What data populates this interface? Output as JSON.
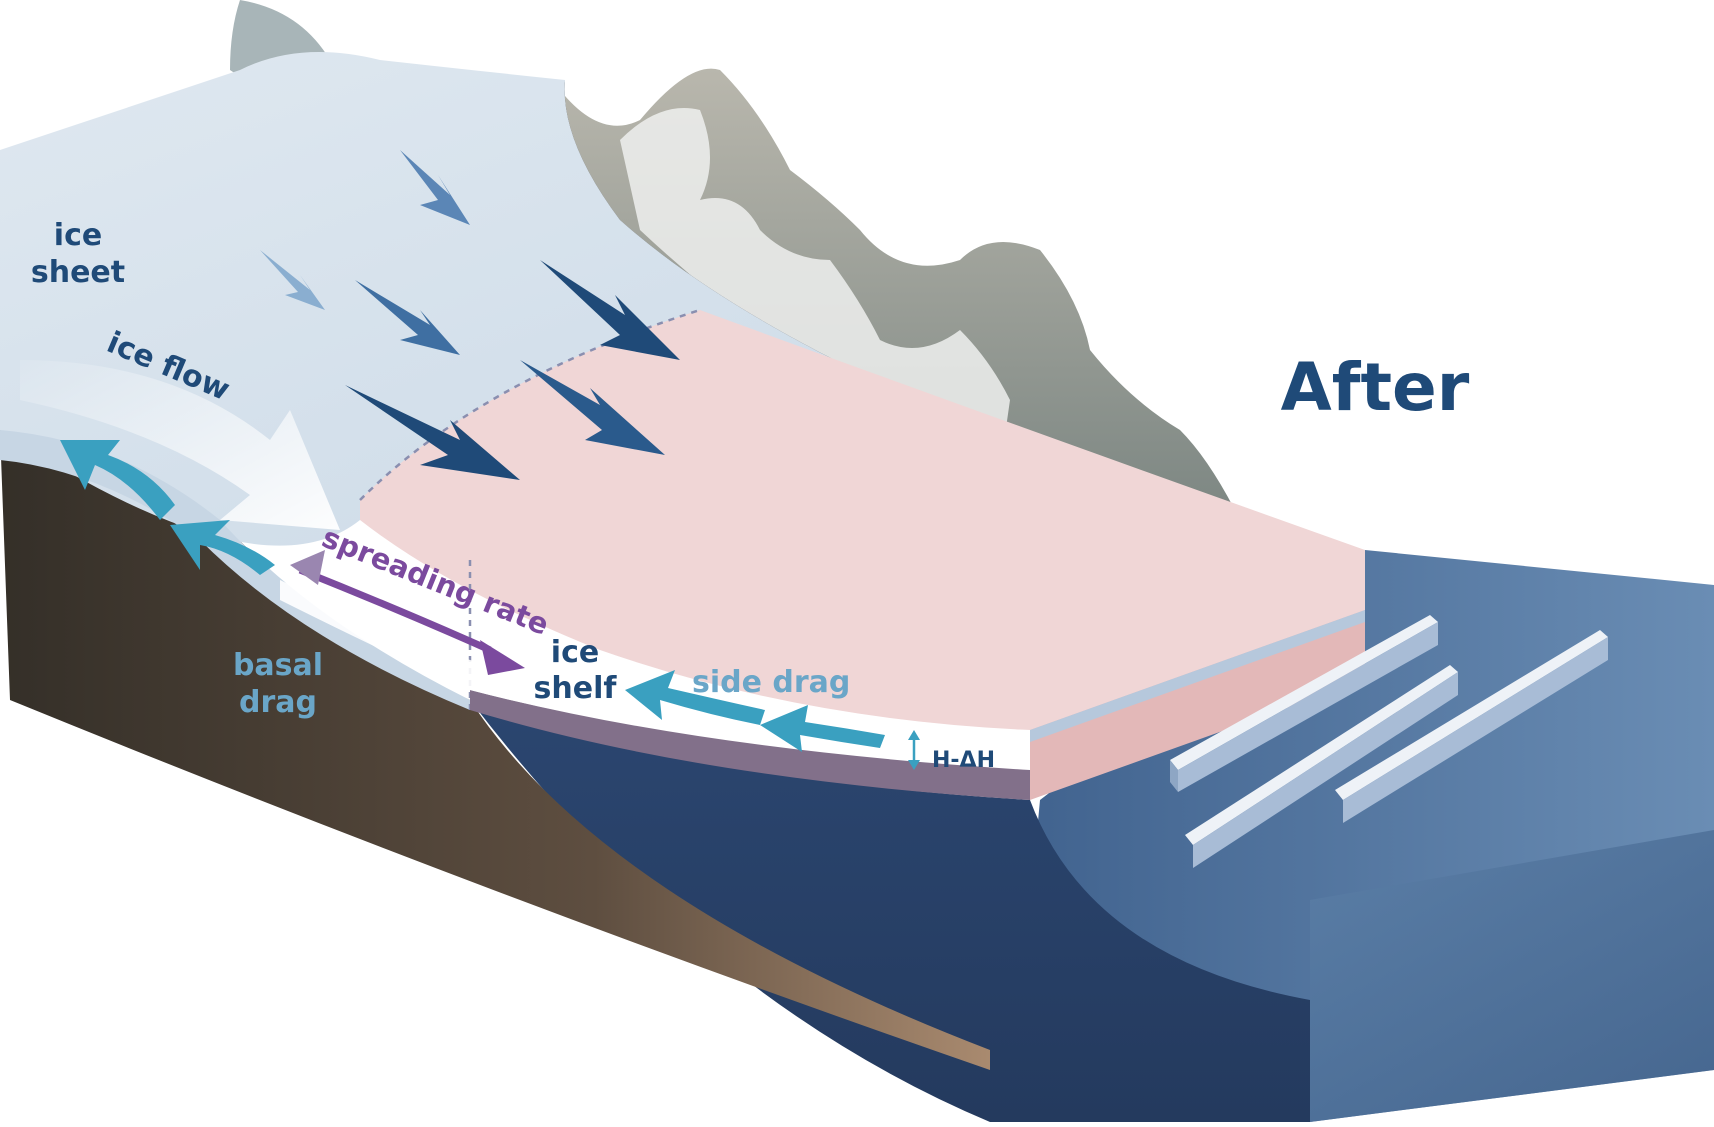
{
  "title": "After",
  "labels": {
    "ice_sheet_1": "ice",
    "ice_sheet_2": "sheet",
    "ice_flow": "ice flow",
    "spreading_rate": "spreading rate",
    "ice_shelf_1": "ice",
    "ice_shelf_2": "shelf",
    "side_drag": "side drag",
    "basal_drag_1": "basal",
    "basal_drag_2": "drag",
    "thickness": "H-ΔH"
  },
  "colors": {
    "title": "#1f4a78",
    "dark_label": "#1f4a78",
    "spreading": "#7b4a9e",
    "drag_label": "#6aa6c8",
    "drag_arrow": "#3aa0c0",
    "ocean": "#27406a",
    "bedrock": "#3d3530",
    "ice": "#d6e2ec",
    "shelf_pink": "#f0d6d6",
    "mountain": "#9a9d9b"
  }
}
